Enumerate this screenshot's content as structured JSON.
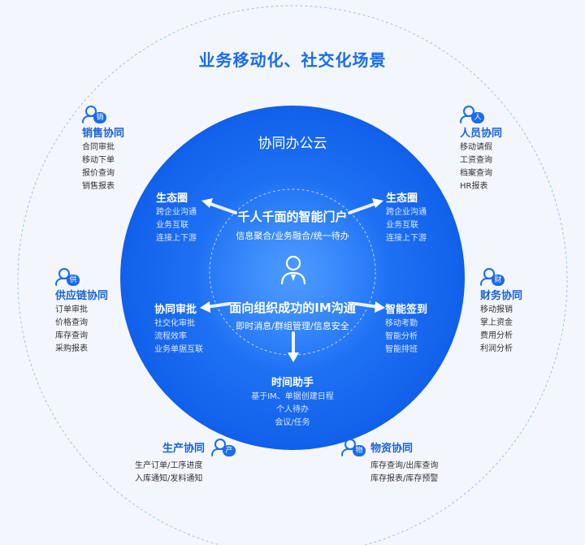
{
  "title": "业务移动化、社交化场景",
  "core": {
    "title": "协同办公云",
    "portal": {
      "title": "千人千面的智能门户",
      "subtitle": "信息聚合/业务融合/统一待办"
    },
    "im": {
      "title": "面向组织成功的IM沟通",
      "subtitle": "即时消息/群组管理/信息安全"
    }
  },
  "outer_groups": {
    "sales": {
      "badge": "销",
      "title": "销售协同",
      "items": [
        "合同审批",
        "移动下单",
        "报价查询",
        "销售报表"
      ]
    },
    "personnel": {
      "badge": "人",
      "title": "人员协同",
      "items": [
        "移动请假",
        "工资查询",
        "档案查询",
        "HR报表"
      ]
    },
    "supply": {
      "badge": "供",
      "title": "供应链协同",
      "items": [
        "订单审批",
        "价格查询",
        "库存查询",
        "采购报表"
      ]
    },
    "finance": {
      "badge": "财",
      "title": "财务协同",
      "items": [
        "移动报销",
        "掌上资金",
        "费用分析",
        "利润分析"
      ]
    },
    "production": {
      "badge": "产",
      "title": "生产协同",
      "items": [
        "生产订单/工序进度",
        "入库通知/发料通知"
      ]
    },
    "materials": {
      "badge": "物",
      "title": "物资协同",
      "items": [
        "库存查询/出库查询",
        "库存报表/库存预警"
      ]
    }
  },
  "inner_groups": {
    "eco_left": {
      "title": "生态圈",
      "items": [
        "跨企业沟通",
        "业务互联",
        "连接上下游"
      ]
    },
    "eco_right": {
      "title": "生态圈",
      "items": [
        "跨企业沟通",
        "业务互联",
        "连接上下游"
      ]
    },
    "approval": {
      "title": "协同审批",
      "items": [
        "社交化审批",
        "流程效率",
        "业务单据互联"
      ]
    },
    "signin": {
      "title": "智能签到",
      "items": [
        "移动考勤",
        "智能分析",
        "智能排班"
      ]
    },
    "assistant": {
      "title": "时间助手",
      "items": [
        "基于IM、单据创建日程",
        "个人待办",
        "会议/任务"
      ]
    }
  },
  "colors": {
    "accent": "#1a6cf0",
    "core": "#1e6ff2",
    "background": "#f3f6fc"
  }
}
